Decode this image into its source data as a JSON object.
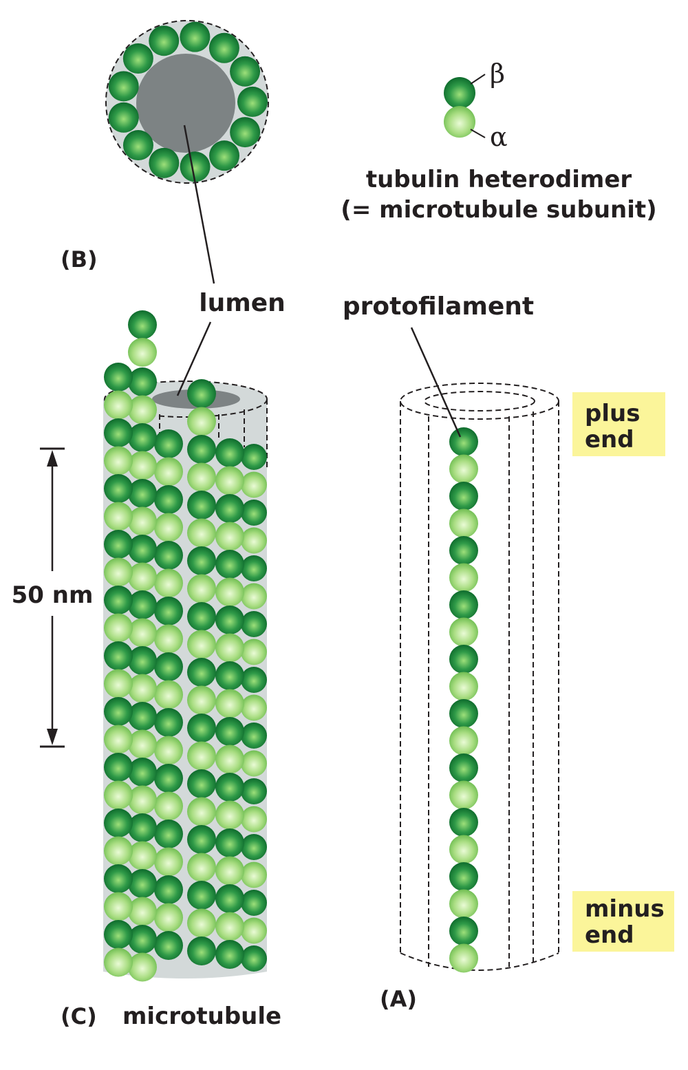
{
  "labels": {
    "beta": "β",
    "alpha": "α",
    "heterodimer_line1": "tubulin heterodimer",
    "heterodimer_line2": "(= microtubule subunit)",
    "panel_b": "(B)",
    "lumen": "lumen",
    "protofilament": "protofilament",
    "plus_end_line1": "plus",
    "plus_end_line2": "end",
    "minus_end_line1": "minus",
    "minus_end_line2": "end",
    "scale": "50 nm",
    "panel_c": "(C)",
    "microtubule": "microtubule",
    "panel_a": "(A)"
  },
  "colors": {
    "beta_tubulin": "#1f8a3c",
    "alpha_tubulin": "#a6dc7c",
    "lumen": "#7d8384",
    "tube_wall": "#d3d9d9",
    "end_highlight": "#fbf59a",
    "text": "#231f20"
  }
}
